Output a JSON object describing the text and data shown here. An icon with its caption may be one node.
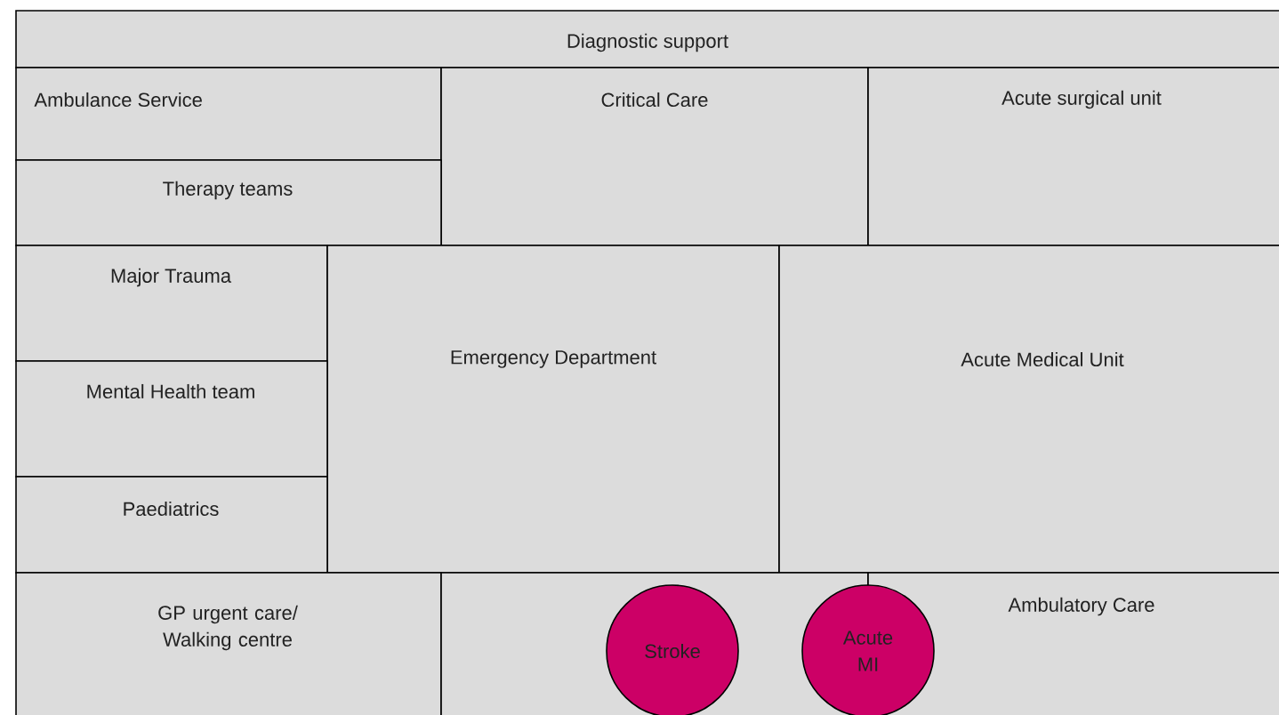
{
  "diagram": {
    "nodes": [
      {
        "text": [
          "Diagnostic support"
        ]
      },
      {
        "text": [
          "Ambulance Service"
        ]
      },
      {
        "text": [
          "Critical Care"
        ]
      },
      {
        "text": [
          "Acute surgical unit"
        ]
      },
      {
        "text": [
          "Therapy teams"
        ]
      },
      {
        "text": [
          "Major Trauma"
        ]
      },
      {
        "text": [
          "Emergency Department"
        ]
      },
      {
        "text": [
          "Acute Medical Unit"
        ]
      },
      {
        "text": [
          "Mental Health team"
        ]
      },
      {
        "text": [
          "Paediatrics"
        ]
      },
      {
        "text": [
          "GP urgent care/ Walking centre"
        ]
      },
      {
        "text": [],
        "shape": "box"
      },
      {
        "text": [
          "Stroke"
        ],
        "in": 11
      },
      {
        "text": [
          "Acute MI"
        ]
      },
      {
        "text": [
          "Ambulatory Care"
        ]
      }
    ]
  }
}
